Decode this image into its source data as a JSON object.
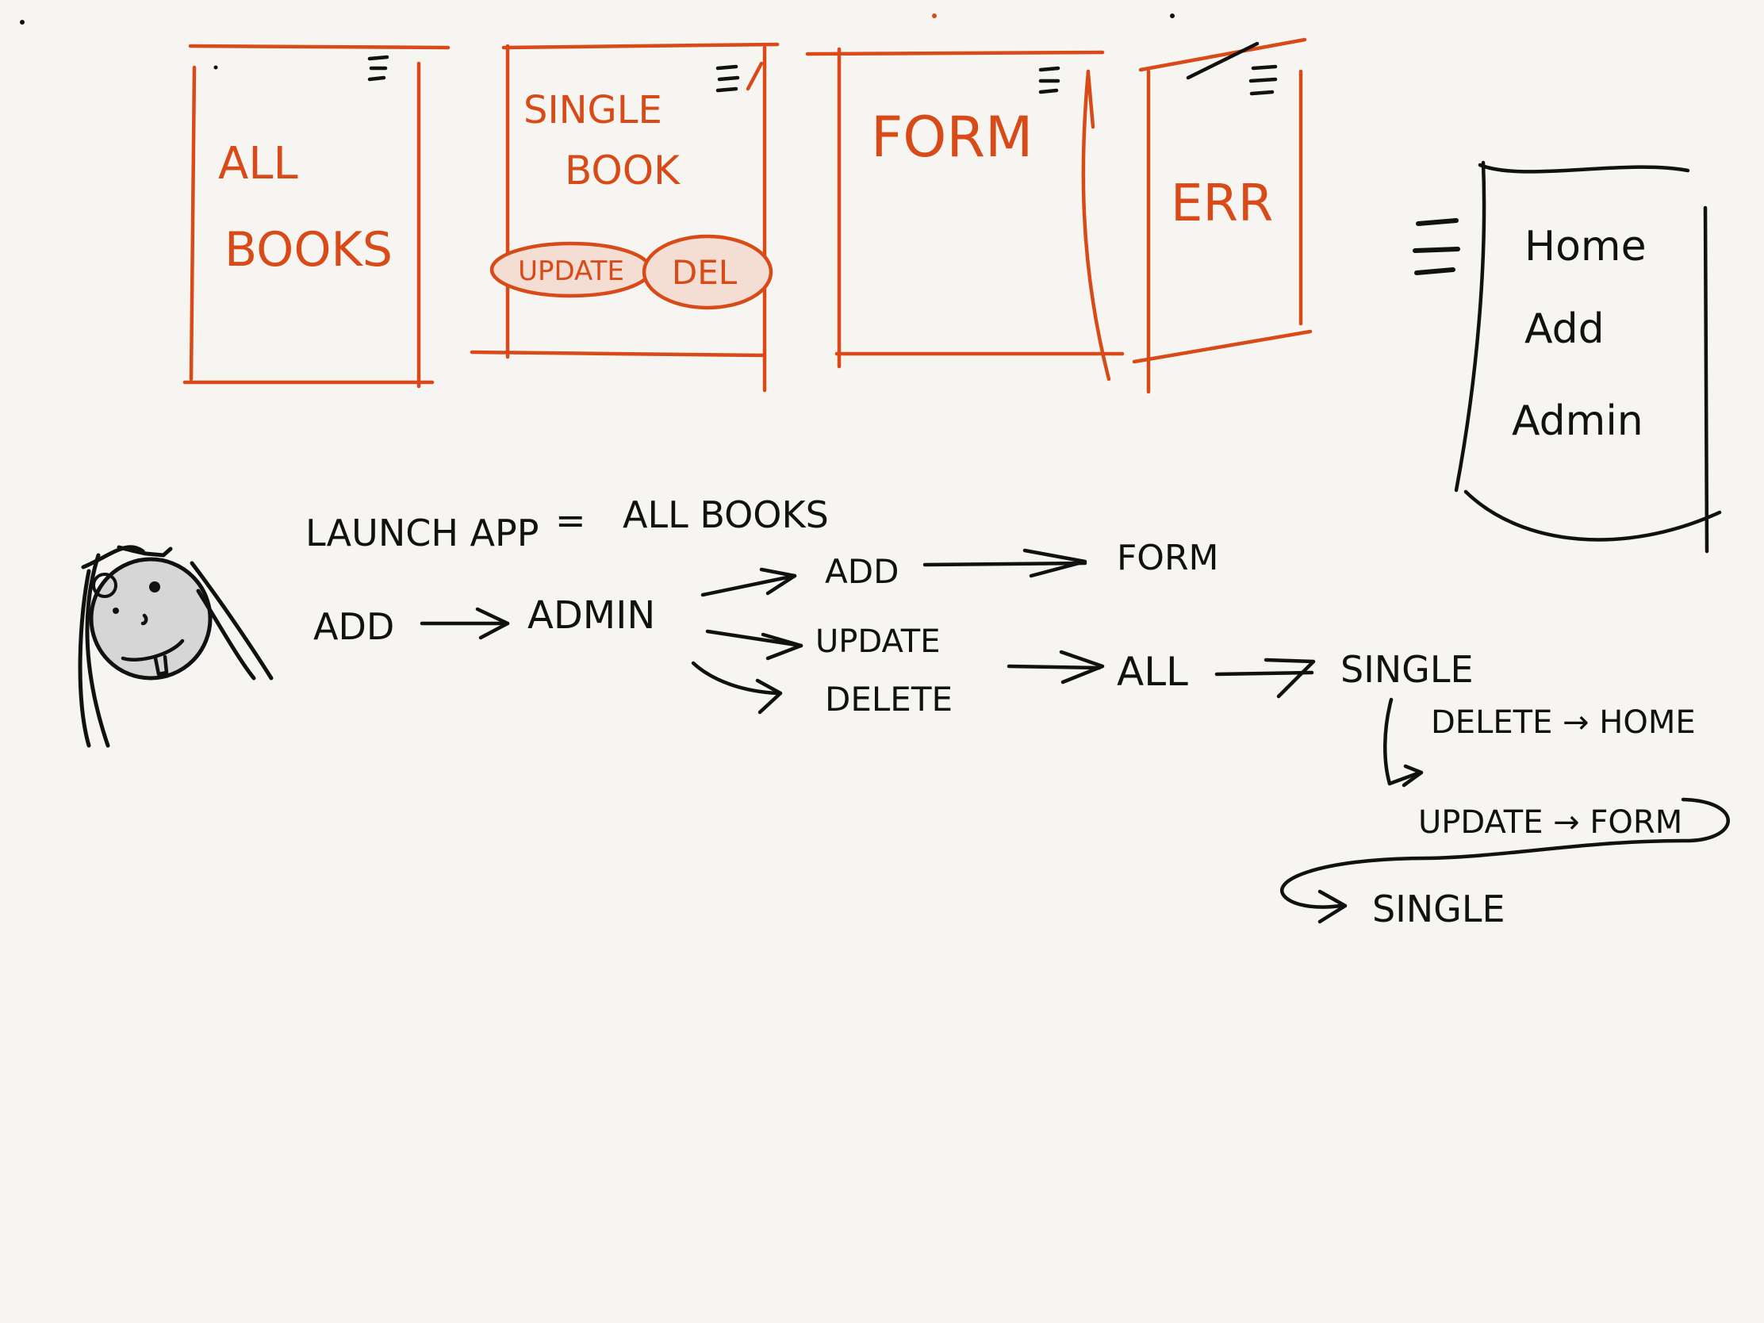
{
  "colors": {
    "accent": "#d84a17",
    "ink": "#111111",
    "paper": "#f6f5f1",
    "pill_fill": "#f4ddd2",
    "face_fill": "#d6d6d6"
  },
  "wireframes": {
    "all_books": {
      "line1": "ALL",
      "line2": "BOOKS"
    },
    "single_book": {
      "line1": "SINGLE",
      "line2": "BOOK",
      "update_button": "UPDATE",
      "delete_button": "DEL"
    },
    "form": {
      "title": "FORM"
    },
    "error": {
      "title": "ERR"
    },
    "nav_menu": {
      "items": [
        "Home",
        "Add",
        "Admin"
      ]
    }
  },
  "icons": [
    "hamburger-menu-icon",
    "doodle-face-icon"
  ],
  "flow": {
    "launch": {
      "left": "LAUNCH APP",
      "equals": "=",
      "right": "ALL BOOKS"
    },
    "nodes": {
      "add_start": "ADD",
      "admin": "ADMIN",
      "add": "ADD",
      "form": "FORM",
      "update": "UPDATE",
      "delete": "DELETE",
      "all": "ALL",
      "single": "SINGLE",
      "delete_home": "DELETE → HOME",
      "update_form": "UPDATE → FORM",
      "single_return": "SINGLE"
    }
  }
}
